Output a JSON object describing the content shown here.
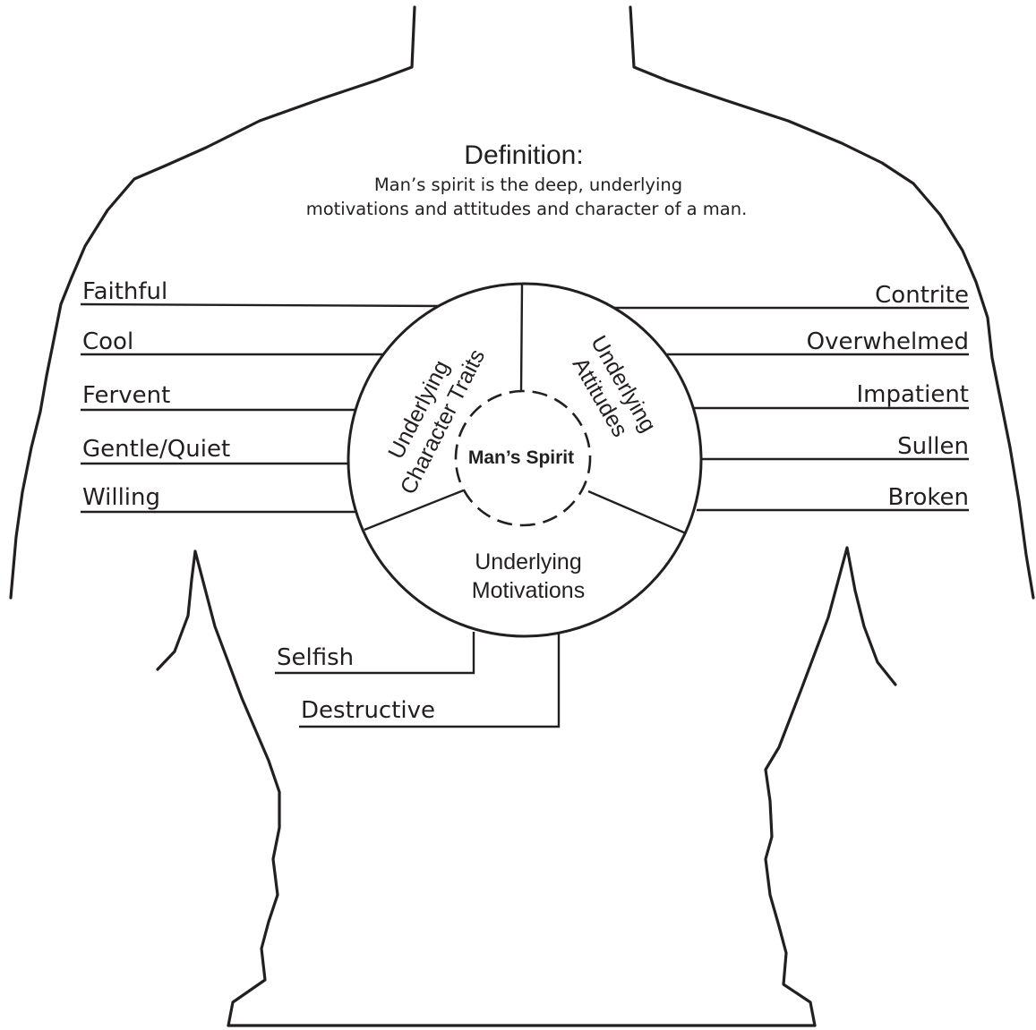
{
  "definition": {
    "title": "Definition:",
    "line1": "Man’s spirit is the deep, underlying",
    "line2": "motivations and attitudes and character of a man."
  },
  "center_label": "Man’s Spirit",
  "sectors": {
    "character_traits": [
      "Underlying",
      "Character Traits"
    ],
    "attitudes": [
      "Underlying",
      "Attitudes"
    ],
    "motivations": [
      "Underlying",
      "Motivations"
    ]
  },
  "left_labels": [
    "Faithful",
    "Cool",
    "Fervent",
    "Gentle/Quiet",
    "Willing"
  ],
  "right_labels": [
    "Contrite",
    "Overwhelmed",
    "Impatient",
    "Sullen",
    "Broken"
  ],
  "bottom_labels": [
    "Selfish",
    "Destructive"
  ],
  "colors": {
    "ink": "#231f20",
    "background": "#ffffff"
  }
}
